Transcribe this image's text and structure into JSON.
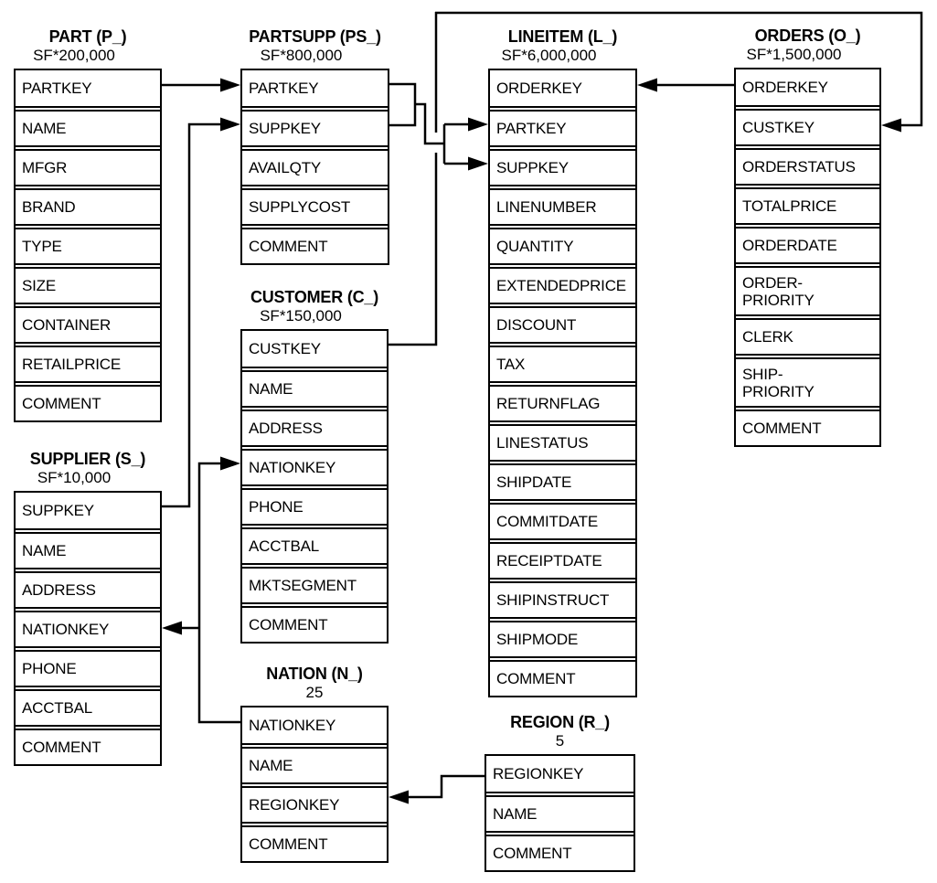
{
  "tables": [
    {
      "title": "PART (P_)",
      "subtitle": "SF*200,000",
      "columns": [
        "PARTKEY",
        "NAME",
        "MFGR",
        "BRAND",
        "TYPE",
        "SIZE",
        "CONTAINER",
        "RETAILPRICE",
        "COMMENT"
      ]
    },
    {
      "title": "PARTSUPP (PS_)",
      "subtitle": "SF*800,000",
      "columns": [
        "PARTKEY",
        "SUPPKEY",
        "AVAILQTY",
        "SUPPLYCOST",
        "COMMENT"
      ]
    },
    {
      "title": "LINEITEM (L_)",
      "subtitle": "SF*6,000,000",
      "columns": [
        "ORDERKEY",
        "PARTKEY",
        "SUPPKEY",
        "LINENUMBER",
        "QUANTITY",
        "EXTENDEDPRICE",
        "DISCOUNT",
        "TAX",
        "RETURNFLAG",
        "LINESTATUS",
        "SHIPDATE",
        "COMMITDATE",
        "RECEIPTDATE",
        "SHIPINSTRUCT",
        "SHIPMODE",
        "COMMENT"
      ]
    },
    {
      "title": "ORDERS (O_)",
      "subtitle": "SF*1,500,000",
      "columns": [
        "ORDERKEY",
        "CUSTKEY",
        "ORDERSTATUS",
        "TOTALPRICE",
        "ORDERDATE",
        "ORDER-\nPRIORITY",
        "CLERK",
        "SHIP-\nPRIORITY",
        "COMMENT"
      ]
    },
    {
      "title": "SUPPLIER (S_)",
      "subtitle": "SF*10,000",
      "columns": [
        "SUPPKEY",
        "NAME",
        "ADDRESS",
        "NATIONKEY",
        "PHONE",
        "ACCTBAL",
        "COMMENT"
      ]
    },
    {
      "title": "CUSTOMER (C_)",
      "subtitle": "SF*150,000",
      "columns": [
        "CUSTKEY",
        "NAME",
        "ADDRESS",
        "NATIONKEY",
        "PHONE",
        "ACCTBAL",
        "MKTSEGMENT",
        "COMMENT"
      ]
    },
    {
      "title": "NATION (N_)",
      "subtitle": "25",
      "columns": [
        "NATIONKEY",
        "NAME",
        "REGIONKEY",
        "COMMENT"
      ]
    },
    {
      "title": "REGION (R_)",
      "subtitle": "5",
      "columns": [
        "REGIONKEY",
        "NAME",
        "COMMENT"
      ]
    }
  ],
  "relationships": [
    {
      "from": "PART.PARTKEY",
      "to": "PARTSUPP.PARTKEY"
    },
    {
      "from": "SUPPLIER.SUPPKEY",
      "to": "PARTSUPP.SUPPKEY"
    },
    {
      "from": "PARTSUPP.PARTKEY",
      "to": "LINEITEM.PARTKEY"
    },
    {
      "from": "PARTSUPP.SUPPKEY",
      "to": "LINEITEM.SUPPKEY"
    },
    {
      "from": "ORDERS.ORDERKEY",
      "to": "LINEITEM.ORDERKEY"
    },
    {
      "from": "CUSTOMER.CUSTKEY",
      "to": "ORDERS.CUSTKEY"
    },
    {
      "from": "NATION.NATIONKEY",
      "to": "CUSTOMER.NATIONKEY"
    },
    {
      "from": "NATION.NATIONKEY",
      "to": "SUPPLIER.NATIONKEY"
    },
    {
      "from": "REGION.REGIONKEY",
      "to": "NATION.REGIONKEY"
    }
  ],
  "colors": {
    "line": "#000000",
    "text": "#000000",
    "background": "#ffffff"
  }
}
